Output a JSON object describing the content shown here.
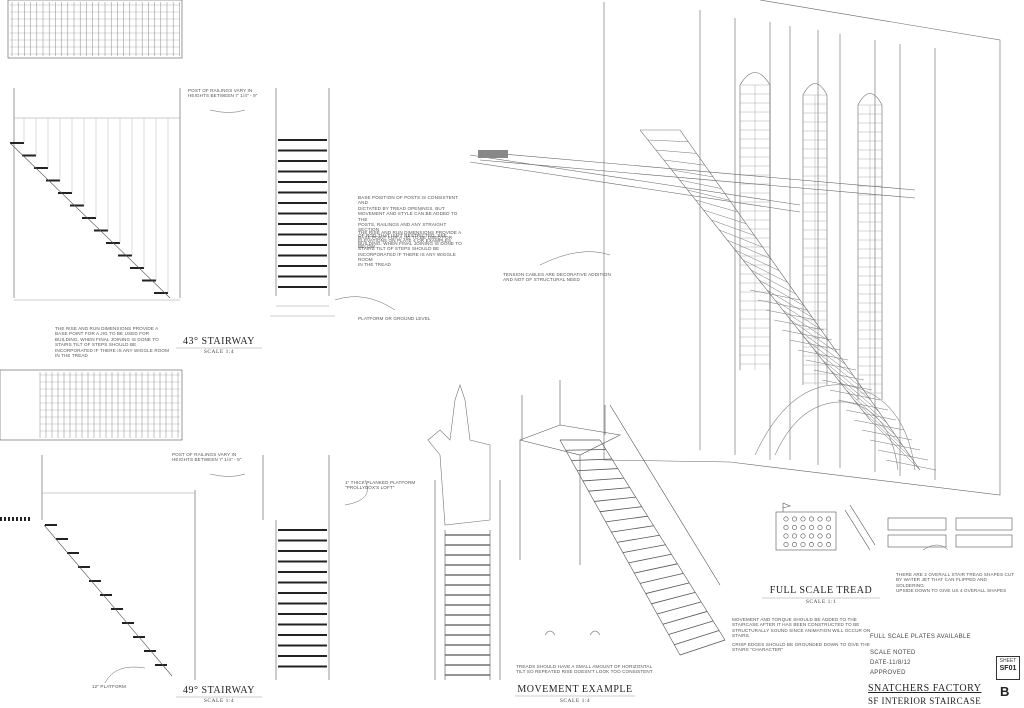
{
  "notes": {
    "railing_height_top": "POST OF RAILINGS VARY IN\nHEIGHTS BETWEEN 7' 1/4\" - 9\"",
    "railing_height_bottom": "POST OF RAILINGS VARY IN\nHEIGHTS BETWEEN 7' 1/4\" - 9\"",
    "base_position": "BASE POSITION OF POSTS IS CONSISTENT AND\nDICTATED BY TREAD OPENINGS. BUT\nMOVEMENT AND STYLE CAN BE ADDED TO THE\nPOSTS, RAILINGS AND ANY STRAIGHT SECTION\nOF ROD THAT ISN'T RESTRICTED. SEE\nELEVATIONS ON PLATE 4 OR EXAMPLES BELOW.",
    "rise_run_right": "THE RISE AND RUN DIMENSIONS PROVIDE A\nBASE POINT FOR A JIG TO BE USED FOR\nBUILDING. WHEN FINAL JOINING IS DONE TO\nSTAIRS TILT OF STEPS SHOULD BE\nINCORPORATED IF THERE IS ANY WIGGLE ROOM\nIN THE TREAD",
    "rise_run_left": "THE RISE AND RUN DIMENSIONS PROVIDE A\nBASE POINT FOR A JIG TO BE USED FOR\nBUILDING. WHEN FINAL JOINING IS DONE TO\nSTAIRS TILT OF STEPS SHOULD BE\nINCORPORATED IF THERE IS ANY WIGGLE ROOM\nIN THE TREAD",
    "platform_ground": "PLATFORM OR GROUND LEVEL",
    "tension_cables": "TENSION CABLES ARE DECORATIVE ADDITION\nAND NOT OF STRUCTURAL NEED",
    "planked_platform": "1\" THICK PLANKED PLATFORM\n\"PROLLYBOX'S LOFT\"",
    "platform_12": "12\" PLATFORM",
    "movement_torque": "MOVEMENT AND TORQUE SHOULD BE ADDED TO THE\nSTAIRCASE AFTER IT HAS BEEN CONSTRUCTED TO BE\nSTRUCTURALLY SOUND SINCE ANIMATION WILL OCCUR ON\nSTAIRS.",
    "crisp_edges": "CRISP EDGES SHOULD BE GROUNDED DOWN TO GIVE THE\nSTAIRS \"CHARACTER\"",
    "treads_tilt": "TREADS SHOULD HAVE A SMALL AMOUNT OF HORIZONTAL\nTILT SO REPEATED RISE DOESN'T LOOK TOO CONSISTENT",
    "tread_shapes": "THERE ARE 2 OVERALL STAIR TREAD SHAPES CUT\nBY WATER JET THAT CAN FLIPPED AND SOLDERING\nUPSIDE DOWN TO GIVE US 4 OVERALL SHAPES"
  },
  "drawings": {
    "stair43_title": "43° STAIRWAY",
    "stair43_scale": "SCALE 1:4",
    "stair49_title": "49° STAIRWAY",
    "stair49_scale": "SCALE 1:4",
    "tread_title": "FULL SCALE TREAD",
    "tread_scale": "SCALE 1:1",
    "movement_title": "MOVEMENT EXAMPLE",
    "movement_scale": "SCALE 1:4"
  },
  "titleblock": {
    "plates": "FULL SCALE PLATES AVAILABLE",
    "scale": "SCALE  NOTED",
    "date": "DATE-11/8/12",
    "approved": "APPROVED",
    "sheet_label": "SHEET",
    "sheet_no": "SF01",
    "project": "SNATCHERS FACTORY",
    "subtitle": "SF INTERIOR STAIRCASE",
    "revision": "B"
  },
  "colors": {
    "line": "#4a4a4a",
    "light": "#9a9a9a",
    "paper": "#ffffff"
  }
}
